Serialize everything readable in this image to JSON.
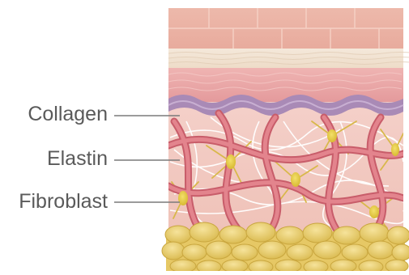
{
  "diagram": {
    "labels": {
      "collagen": "Collagen",
      "elastin": "Elastin",
      "fibroblast": "Fibroblast"
    },
    "colors": {
      "epidermis_top": "#eab3a6",
      "epidermis_grid": "#f7d9ce",
      "stratum_band": "#f2e4d4",
      "pink_layer": "#e7a1a3",
      "basal_layer": "#a989b4",
      "dermis": "#f2c8c1",
      "collagen_fiber": "#d9727c",
      "elastin_fiber": "#ffffff",
      "fibroblast_cell": "#e0c33a",
      "fat": "#e9cf6f",
      "leader_line": "#7a7a7a",
      "label_text": "#5a5a5a"
    }
  }
}
